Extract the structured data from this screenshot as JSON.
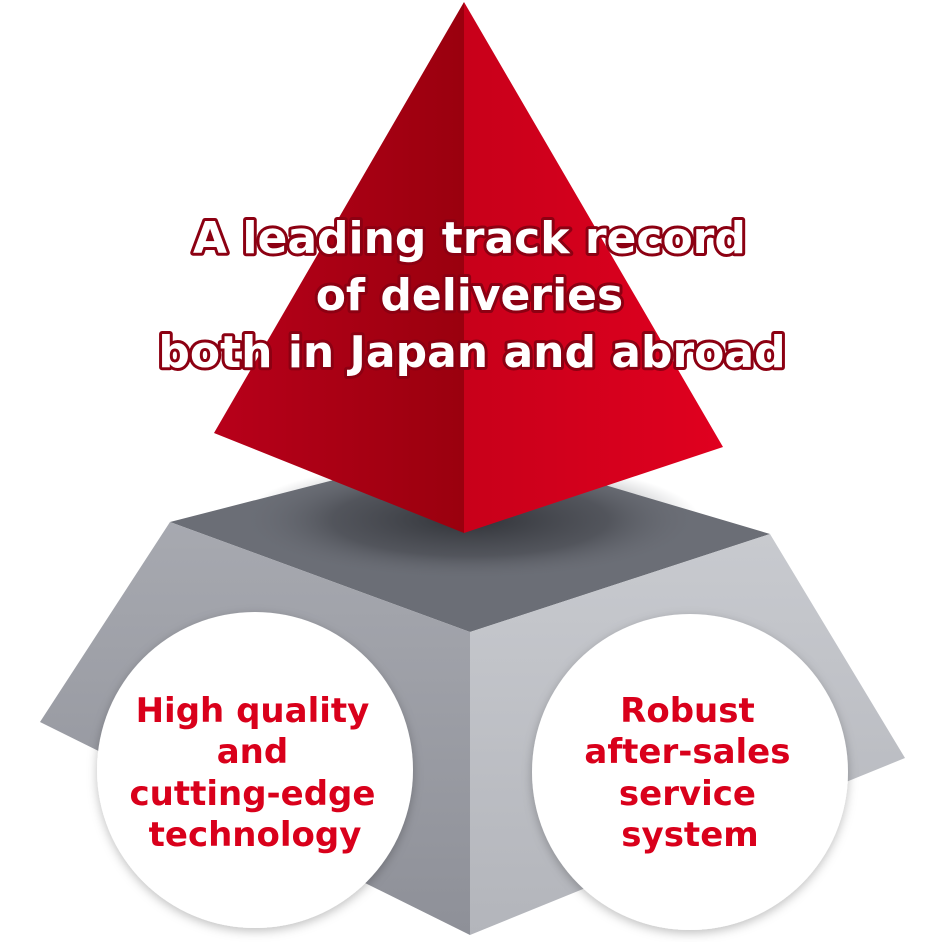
{
  "peak": {
    "lines": [
      "A leading track record",
      "of deliveries",
      "both in Japan and abroad"
    ]
  },
  "pillar_left": {
    "lines": [
      "High quality",
      "and",
      "cutting-edge",
      "technology"
    ]
  },
  "pillar_right": {
    "lines": [
      "Robust",
      "after-sales",
      "service",
      "system"
    ]
  },
  "colors": {
    "pyramid_left_face": "#a3000f",
    "pyramid_right_face": "#d9001b",
    "base_top": "#6b6e76",
    "base_left": "#9fa1a8",
    "base_right": "#bfc1c7",
    "label_red": "#d9001b",
    "outline": "#8c0012"
  }
}
